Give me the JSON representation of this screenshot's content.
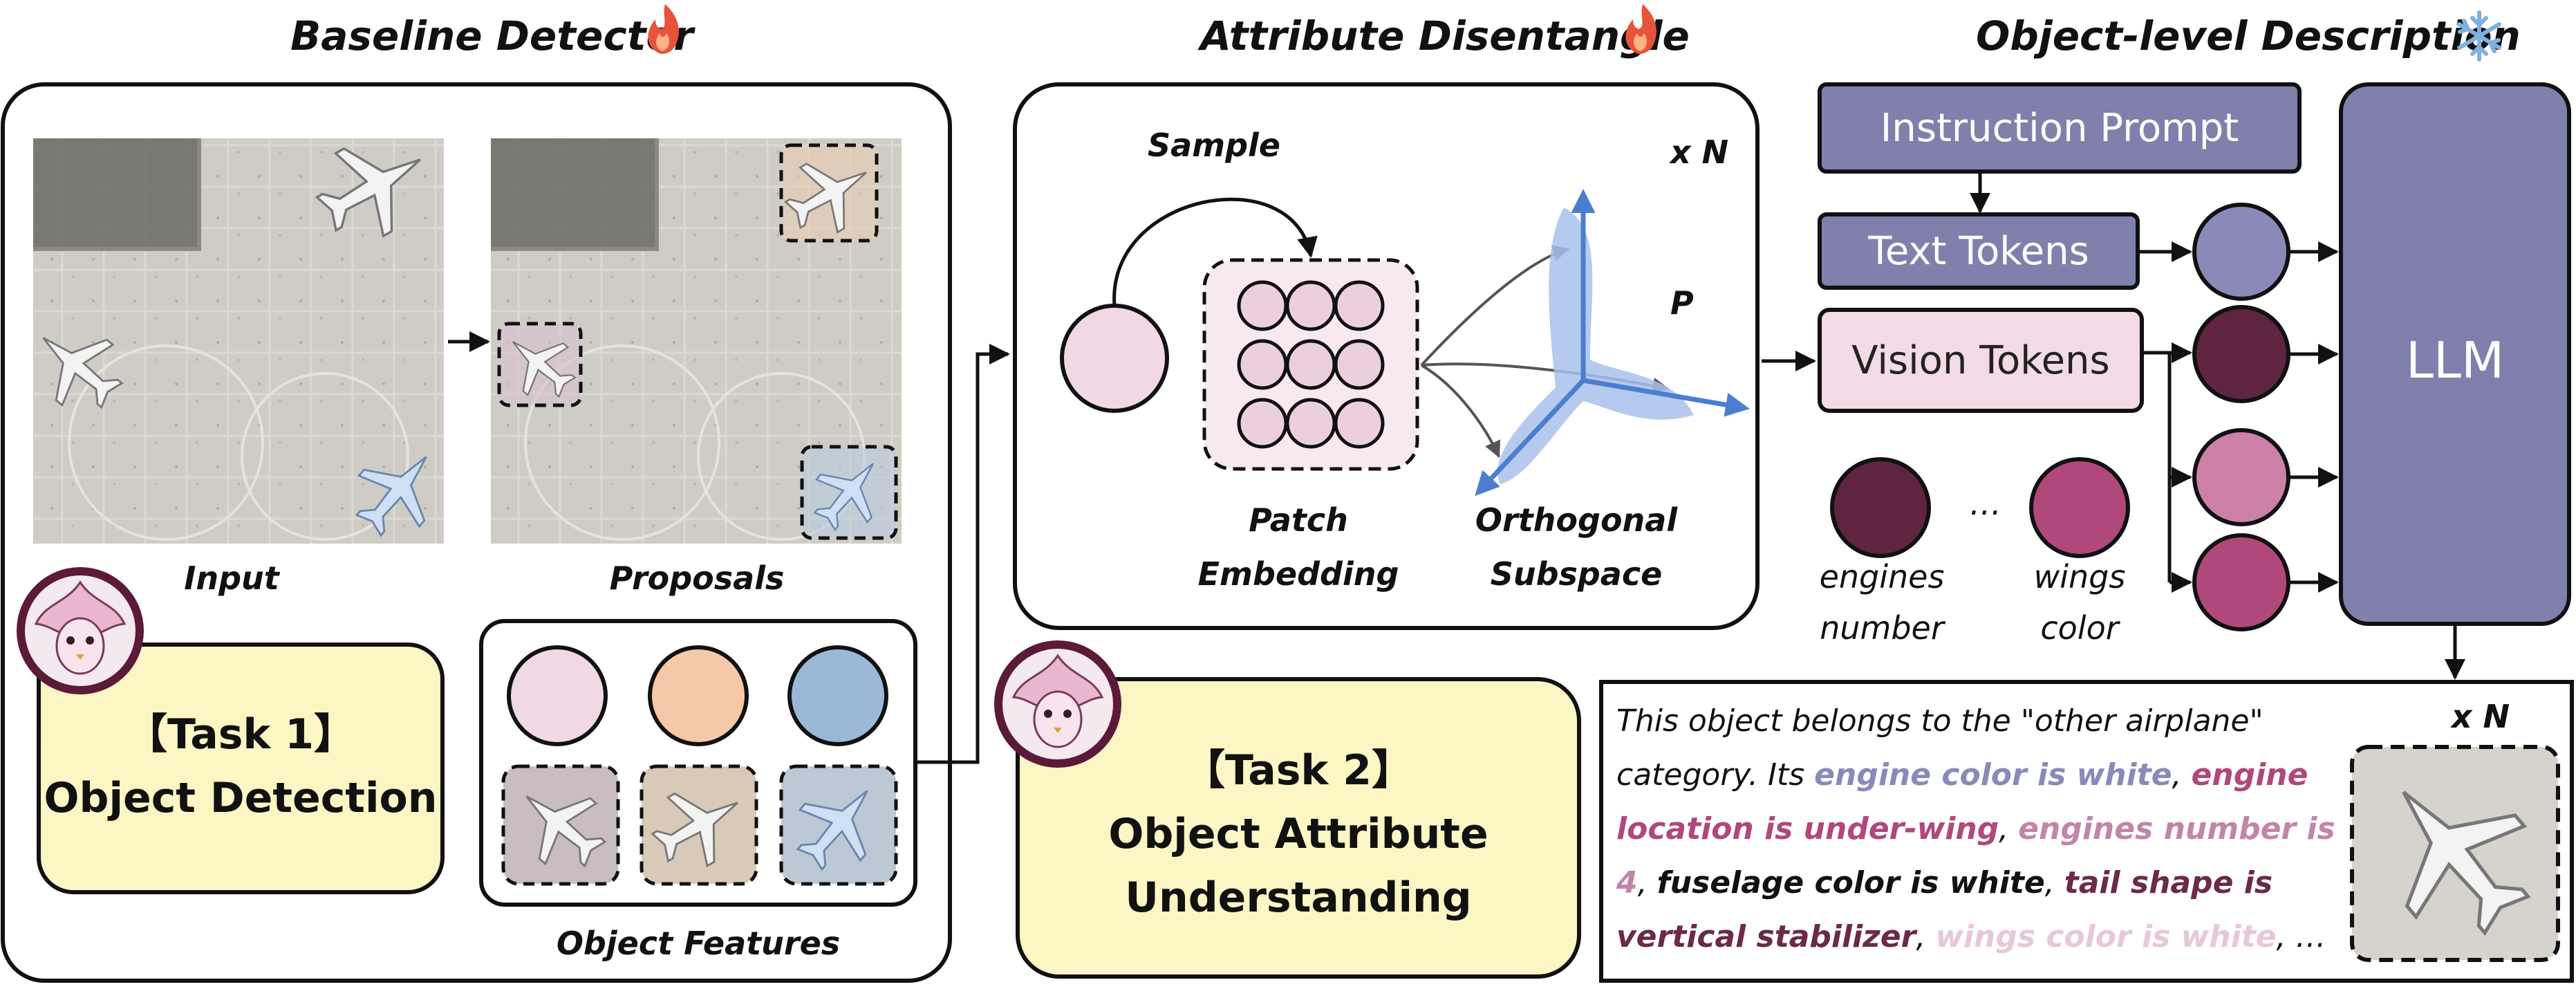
{
  "headers": {
    "baseline": "Baseline Detector",
    "attribute": "Attribute Disentangle",
    "objectdesc": "Object-level Description"
  },
  "icons": {
    "trainable": "fire-icon",
    "frozen": "snowflake-icon",
    "mascot": "mascot-icon"
  },
  "colors": {
    "panel_border": "#111111",
    "task_fill": "#fbf6c4",
    "prompt_fill": "#8080ac",
    "vision_fill": "#f2dbe6",
    "llm_fill": "#8080ac",
    "token_blue": "#8a8ab8",
    "token_dark": "#5e2440",
    "token_pink": "#cc80a8",
    "token_magenta": "#b0487c",
    "feat_pink": "#f0d8e4",
    "feat_orange": "#f5c8a8",
    "feat_blue": "#9bb8d8",
    "subspace_blue": "#5b8ed8"
  },
  "detector": {
    "input_label": "Input",
    "proposals_label": "Proposals",
    "features_label": "Object Features",
    "task1_line1": "【Task 1】",
    "task1_line2": "Object Detection"
  },
  "disentangle": {
    "sample_label": "Sample",
    "repeat_label": "x N",
    "p_label": "P",
    "patch_line1": "Patch",
    "patch_line2": "Embedding",
    "ortho_line1": "Orthogonal",
    "ortho_line2": "Subspace"
  },
  "task2": {
    "line1": "【Task 2】",
    "line2": "Object Attribute",
    "line3": "Understanding"
  },
  "llm_section": {
    "instruction_prompt": "Instruction Prompt",
    "text_tokens": "Text Tokens",
    "vision_tokens": "Vision Tokens",
    "llm": "LLM",
    "attr1_line1": "engines",
    "attr1_line2": "number",
    "ellipsis": "…",
    "attr2_line1": "wings",
    "attr2_line2": "color",
    "output_repeat": "x N"
  },
  "description": {
    "p0": "This object belongs to the \"other airplane\" category. Its ",
    "p1": "engine color is white",
    "s1": ", ",
    "p2": "engine location is under-wing",
    "s2": ", ",
    "p3": "engines number is 4",
    "s3": ", ",
    "p4": "fuselage color is white",
    "s4": ", ",
    "p5": "tail shape is vertical stabilizer",
    "s5": ", ",
    "p6": "wings color is white",
    "s6": ", …"
  }
}
